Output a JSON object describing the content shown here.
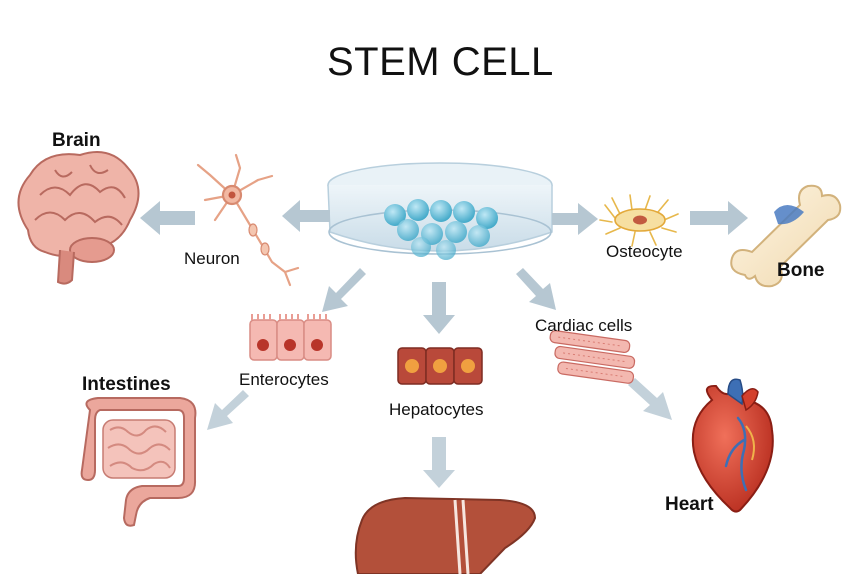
{
  "title": "STEM CELL",
  "cells": {
    "neuron": "Neuron",
    "osteocyte": "Osteocyte",
    "enterocytes": "Enterocytes",
    "hepatocytes": "Hepatocytes",
    "cardiac": "Cardiac cells"
  },
  "organs": {
    "brain": "Brain",
    "bone": "Bone",
    "intestines": "Intestines",
    "heart": "Heart"
  },
  "colors": {
    "arrow": "#b9c9d3",
    "dish": "#dbe9f1",
    "stem_cell": "#4fb6d3",
    "organ_pink": "#e8a397",
    "liver": "#b3503a",
    "heart": "#d4402c",
    "vessel_blue": "#3d6fb5"
  }
}
